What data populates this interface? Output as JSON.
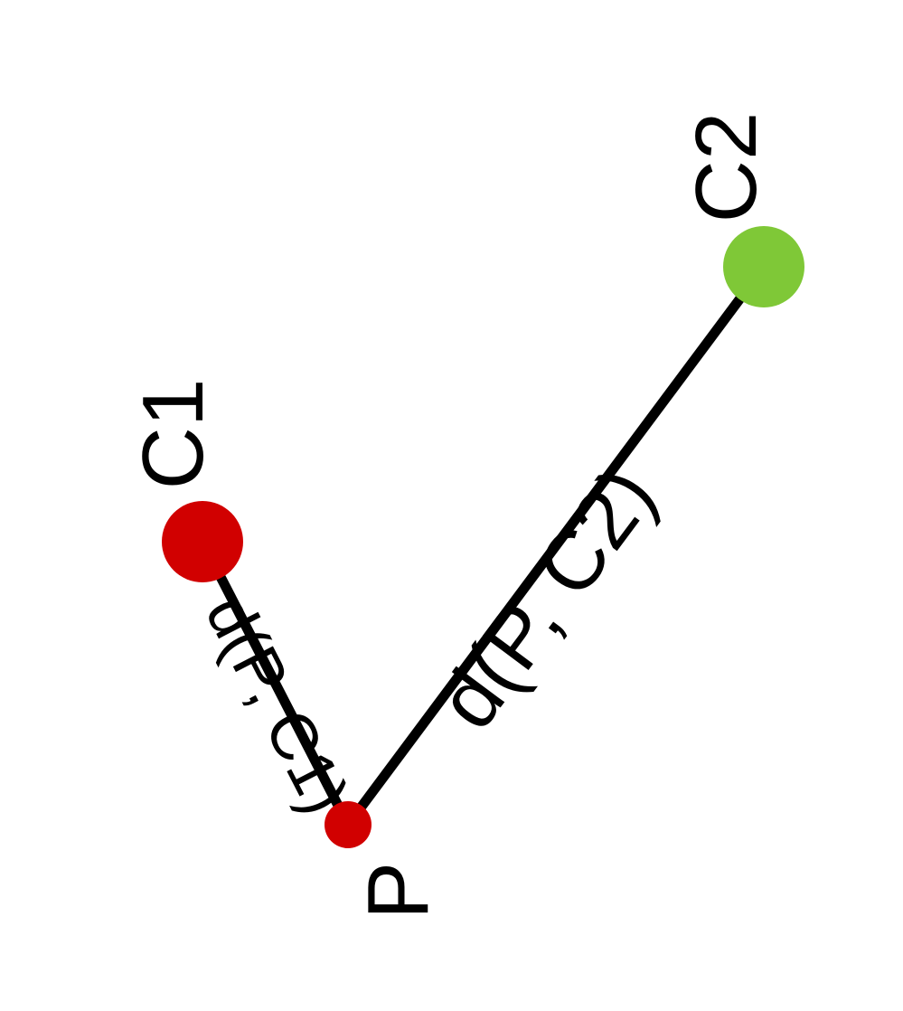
{
  "nodes": {
    "c1": {
      "label": "C1",
      "color": "#d10000"
    },
    "c2": {
      "label": "C2",
      "color": "#7fc837"
    },
    "p": {
      "label": "P",
      "color": "#d10000"
    }
  },
  "edges": {
    "p_c1": {
      "label": "d(P, C1)"
    },
    "p_c2": {
      "label": "d(P, C2)"
    }
  },
  "colors": {
    "edge": "#000000",
    "text": "#000000"
  }
}
